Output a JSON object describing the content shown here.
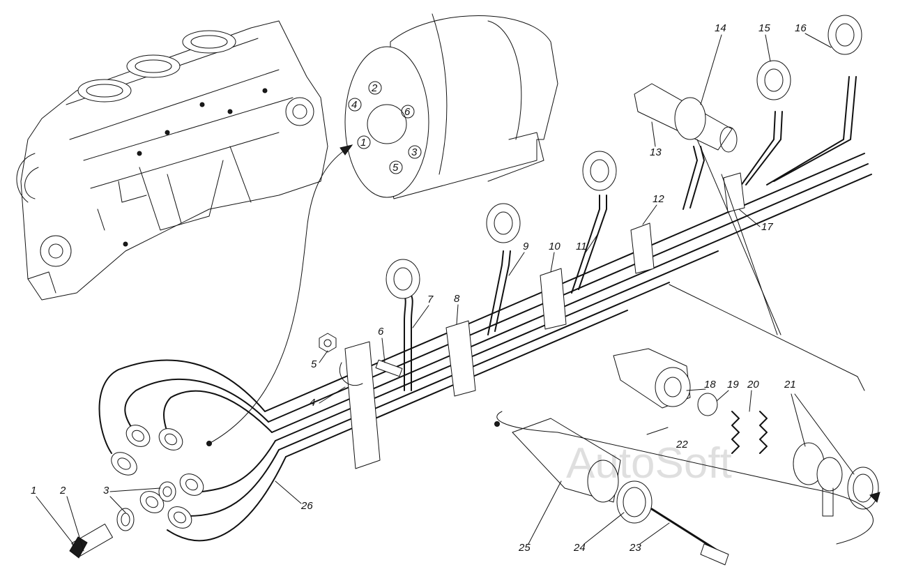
{
  "figure": {
    "callouts": [
      "1",
      "2",
      "3",
      "4",
      "5",
      "6",
      "7",
      "8",
      "9",
      "10",
      "11",
      "12",
      "13",
      "14",
      "15",
      "16",
      "17",
      "18",
      "19",
      "20",
      "21",
      "22",
      "23",
      "24",
      "25",
      "26"
    ],
    "pump_outlet_numbers": [
      "1",
      "2",
      "3",
      "4",
      "5",
      "6"
    ],
    "watermark": "AutoSoft"
  },
  "colors": {
    "ink": "#111111",
    "paper": "#ffffff"
  }
}
